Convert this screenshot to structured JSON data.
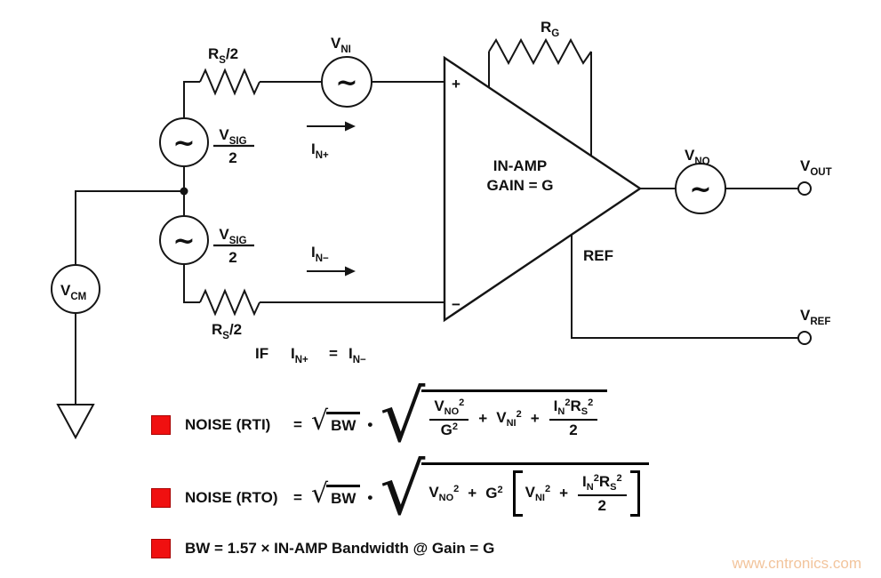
{
  "sym": {
    "radical": "√"
  },
  "watermark": "www.cntronics.com",
  "circuit": {
    "rs_top": {
      "b": "R",
      "s": "S",
      "rest": "/2"
    },
    "rs_bot": {
      "b": "R",
      "s": "S",
      "rest": "/2"
    },
    "vni": {
      "b": "V",
      "s": "NI"
    },
    "rg": {
      "b": "R",
      "s": "G"
    },
    "vno": {
      "b": "V",
      "s": "NO"
    },
    "vout": {
      "b": "V",
      "s": "OUT"
    },
    "vref": {
      "b": "V",
      "s": "REF"
    },
    "vcm": {
      "b": "V",
      "s": "CM"
    },
    "ref": "REF",
    "amp1": "IN-AMP",
    "amp2": "GAIN = G",
    "vsig_num": {
      "b": "V",
      "s": "SIG"
    },
    "vsig_den": "2",
    "inp": {
      "b": "I",
      "s": "N+"
    },
    "inm": {
      "b": "I",
      "s": "N−"
    },
    "plus": "+",
    "minus": "−",
    "tilde": "~",
    "if_word": "IF",
    "if_eq": "="
  },
  "formulas": {
    "rti": {
      "label": "NOISE (RTI)",
      "equals": "=",
      "bw": "BW",
      "dot": "•",
      "f1_num": {
        "b": "V",
        "s": "NO",
        "p": "2"
      },
      "f1_den": {
        "b": "G",
        "p": "2"
      },
      "plus1": "+",
      "t2": {
        "b": "V",
        "s": "NI",
        "p": "2"
      },
      "plus2": "+",
      "f2_num": {
        "b1": "I",
        "s1": "N",
        "p1": "2",
        "b2": "R",
        "s2": "S",
        "p2": "2"
      },
      "f2_den": "2"
    },
    "rto": {
      "label": "NOISE (RTO)",
      "equals": "=",
      "bw": "BW",
      "dot": "•",
      "t1": {
        "b": "V",
        "s": "NO",
        "p": "2"
      },
      "plus1": "+",
      "g2": {
        "b": "G",
        "p": "2"
      },
      "t2": {
        "b": "V",
        "s": "NI",
        "p": "2"
      },
      "plus2": "+",
      "f_num": {
        "b1": "I",
        "s1": "N",
        "p1": "2",
        "b2": "R",
        "s2": "S",
        "p2": "2"
      },
      "f_den": "2"
    },
    "bw_line": "BW = 1.57 × IN-AMP Bandwidth @ Gain = G"
  }
}
